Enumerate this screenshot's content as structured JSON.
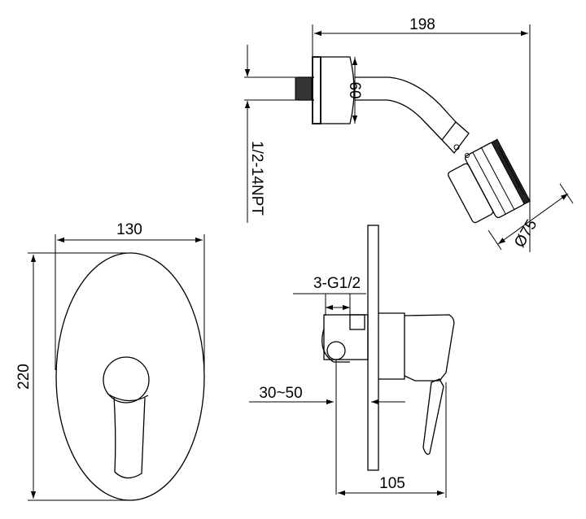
{
  "drawing": {
    "shower_arm": {
      "length_label": "198",
      "flange_label": "60",
      "thread_label": "1/2-14NPT",
      "head_diameter_label": "Ø75"
    },
    "trim_plate": {
      "width_label": "130",
      "height_label": "220"
    },
    "valve_side": {
      "connection_label": "3-G1/2",
      "depth_range_label": "30~50",
      "projection_label": "105"
    }
  }
}
